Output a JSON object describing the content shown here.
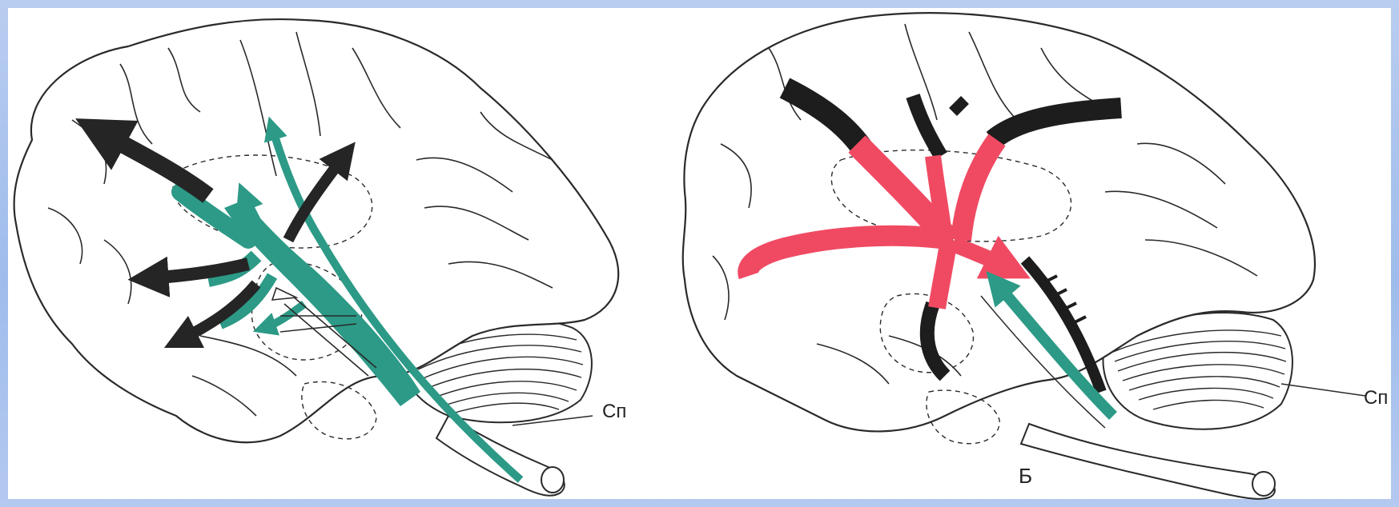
{
  "figure": {
    "panels": [
      {
        "label": "",
        "pointer_label": "Сп",
        "pathway_color": "#2c9a86",
        "arrow_color": "#252525"
      },
      {
        "label": "Б",
        "pointer_label": "Сп",
        "pathway_color": "#f04a63",
        "arrow_color": "#1d1d1d",
        "input_color": "#2c9a86"
      }
    ],
    "colors": {
      "paper": "#ffffff",
      "outline": "#2a2a2a",
      "frame_light": "#b9cdf0",
      "frame_dark": "#9fbcec"
    }
  }
}
